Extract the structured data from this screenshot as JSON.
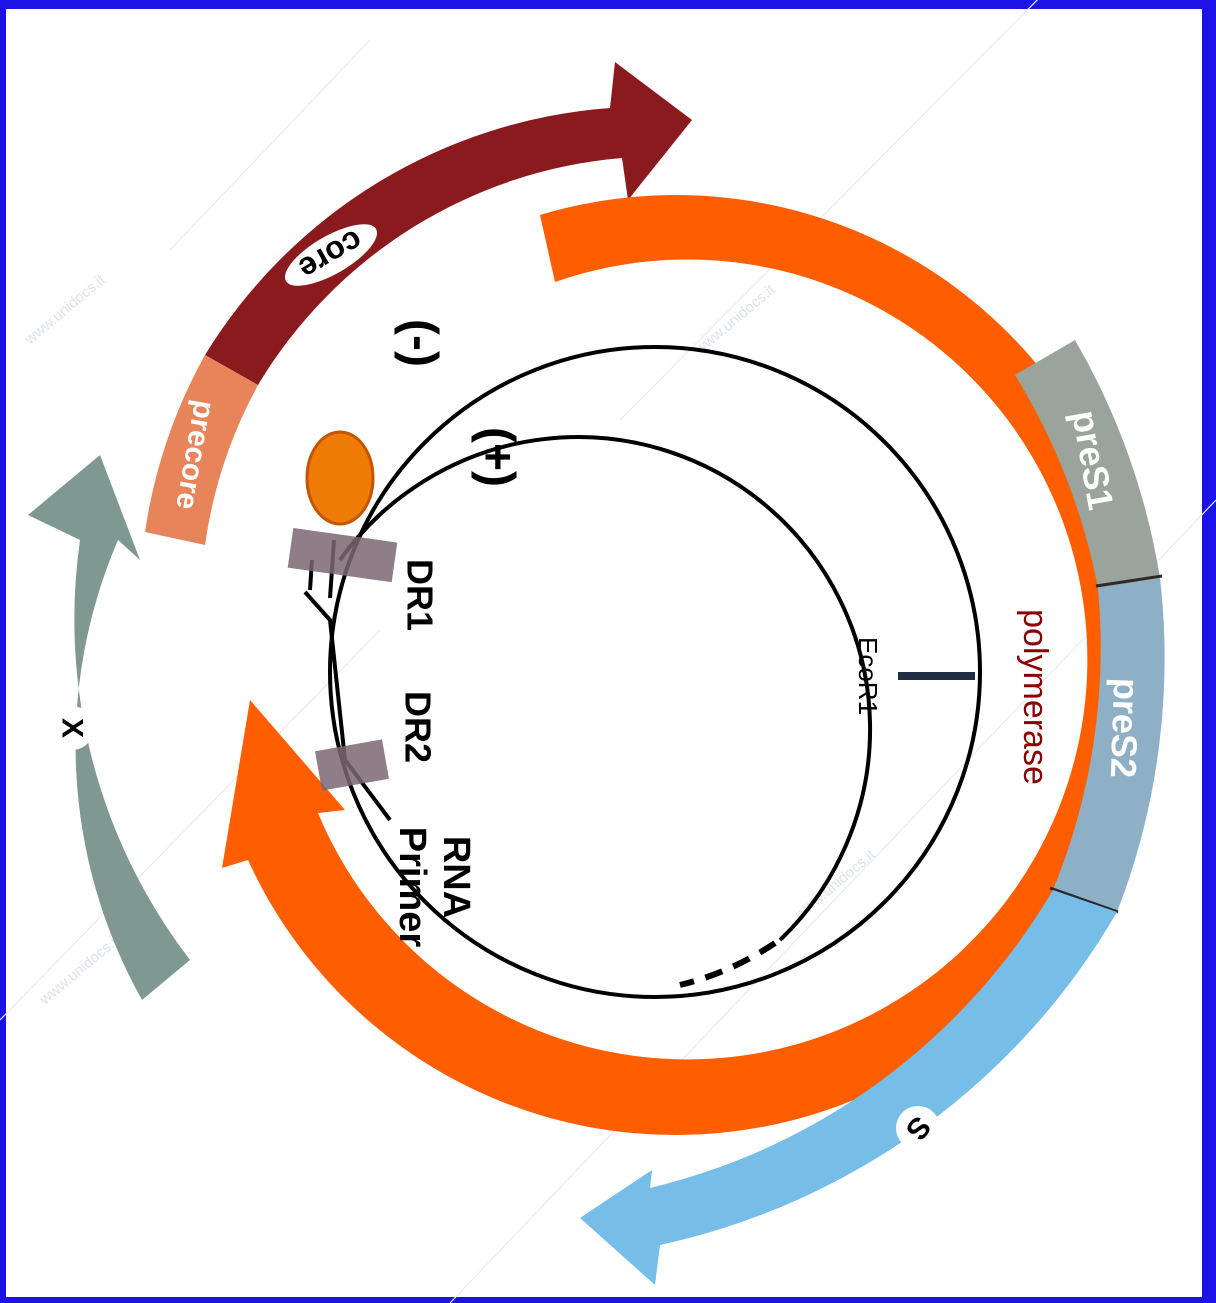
{
  "diagram": {
    "genes": {
      "core": "core",
      "precore": "precore",
      "polymerase": "polymerase",
      "preS1": "preS1",
      "preS2": "preS2",
      "S": "S",
      "X": "X"
    },
    "strands": {
      "minus": "(-)",
      "plus": "(+)"
    },
    "features": {
      "dr1": "DR1",
      "dr2": "DR2",
      "rna": "RNA",
      "primer": "Primer",
      "ecor1": "EcoR1"
    },
    "watermarks": [
      "www.unidocs.it",
      "www.unidocs.it",
      "www.unidocs.it",
      "www.unidocs.it"
    ],
    "colors": {
      "core": "#8b1a1e",
      "precore": "#e8845a",
      "polymerase": "#ff5e00",
      "preS1": "#9aa39c",
      "preS2": "#8eb0c6",
      "S": "#76bde8",
      "X": "#7f9891",
      "strand": "#000000",
      "ecor1": "#1f2d45",
      "protein": "#f07a06",
      "dr_box": "#7b6672",
      "frame": "#1a12e6"
    }
  }
}
